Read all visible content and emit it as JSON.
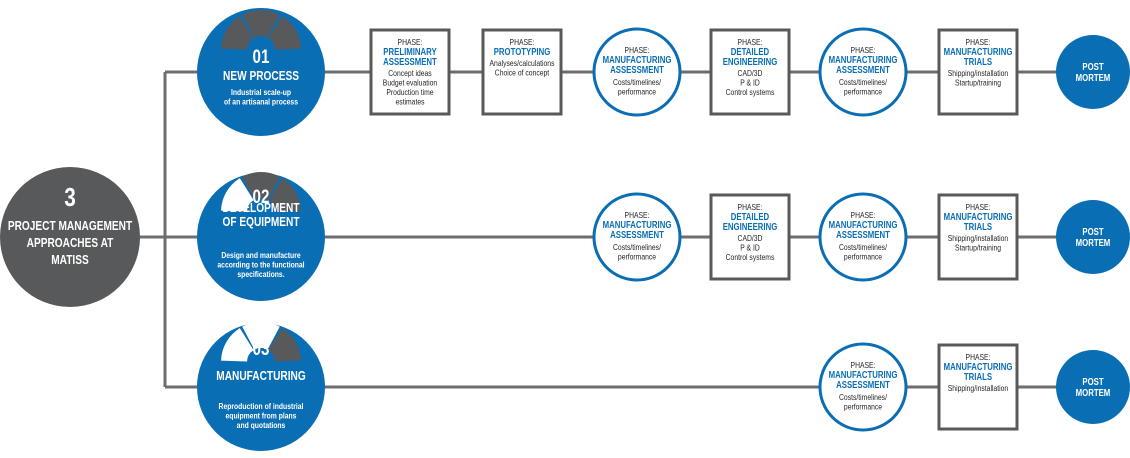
{
  "colors": {
    "blue": "#0a6eb4",
    "dark_gray": "#58595b",
    "line_gray": "#6d6e71",
    "box_border": "#58595b",
    "text_dark": "#231f20",
    "white": "#ffffff"
  },
  "root": {
    "number": "3",
    "lines": [
      "PROJECT MANAGEMENT",
      "APPROACHES AT",
      "MATISS"
    ]
  },
  "approaches": [
    {
      "number": "01",
      "title_lines": [
        "NEW PROCESS"
      ],
      "desc_lines": [
        "Industrial scale-up",
        "of an artisanal process"
      ],
      "gauge": "three-segments-filled",
      "phases": [
        {
          "kind": "box",
          "label": "PHASE:",
          "title_lines": [
            "PRELIMINARY",
            "ASSESSMENT"
          ],
          "detail_lines": [
            "Concept ideas",
            "Budget evaluation",
            "Production time",
            "estimates"
          ]
        },
        {
          "kind": "box",
          "label": "PHASE:",
          "title_lines": [
            "PROTOTYPING"
          ],
          "detail_lines": [
            "Analyses/calculations",
            "Choice of concept"
          ]
        },
        {
          "kind": "circle",
          "label": "PHASE:",
          "title_lines": [
            "MANUFACTURING",
            "ASSESSMENT"
          ],
          "detail_lines": [
            "Costs/timelines/",
            "performance"
          ]
        },
        {
          "kind": "box",
          "label": "PHASE:",
          "title_lines": [
            "DETAILED",
            "ENGINEERING"
          ],
          "detail_lines": [
            "CAD/3D",
            "P & ID",
            "Control systems"
          ]
        },
        {
          "kind": "circle",
          "label": "PHASE:",
          "title_lines": [
            "MANUFACTURING",
            "ASSESSMENT"
          ],
          "detail_lines": [
            "Costs/timelines/",
            "performance"
          ]
        },
        {
          "kind": "box",
          "label": "PHASE:",
          "title_lines": [
            "MANUFACTURING",
            "TRIALS"
          ],
          "detail_lines": [
            "Shipping/installation",
            "Startup/training"
          ]
        },
        {
          "kind": "end",
          "title_lines": [
            "POST",
            "MORTEM"
          ]
        }
      ]
    },
    {
      "number": "02",
      "title_lines": [
        "DEVELOPMENT",
        "OF EQUIPMENT"
      ],
      "desc_lines": [
        "Design and manufacture",
        "according to the functional",
        "specifications."
      ],
      "gauge": "two-segments-filled",
      "phases": [
        {
          "kind": "circle",
          "label": "PHASE:",
          "title_lines": [
            "MANUFACTURING",
            "ASSESSMENT"
          ],
          "detail_lines": [
            "Costs/timelines/",
            "performance"
          ]
        },
        {
          "kind": "box",
          "label": "PHASE:",
          "title_lines": [
            "DETAILED",
            "ENGINEERING"
          ],
          "detail_lines": [
            "CAD/3D",
            "P & ID",
            "Control systems"
          ]
        },
        {
          "kind": "circle",
          "label": "PHASE:",
          "title_lines": [
            "MANUFACTURING",
            "ASSESSMENT"
          ],
          "detail_lines": [
            "Costs/timelines/",
            "performance"
          ]
        },
        {
          "kind": "box",
          "label": "PHASE:",
          "title_lines": [
            "MANUFACTURING",
            "TRIALS"
          ],
          "detail_lines": [
            "Shipping/installation",
            "Startup/training"
          ]
        },
        {
          "kind": "end",
          "title_lines": [
            "POST",
            "MORTEM"
          ]
        }
      ]
    },
    {
      "number": "03",
      "title_lines": [
        "MANUFACTURING"
      ],
      "desc_lines": [
        "Reproduction of industrial",
        "equipment from plans",
        "and quotations"
      ],
      "gauge": "one-segment-filled",
      "phases": [
        {
          "kind": "circle",
          "label": "PHASE:",
          "title_lines": [
            "MANUFACTURING",
            "ASSESSMENT"
          ],
          "detail_lines": [
            "Costs/timelines/",
            "performance"
          ]
        },
        {
          "kind": "box",
          "label": "PHASE:",
          "title_lines": [
            "MANUFACTURING",
            "TRIALS"
          ],
          "detail_lines": [
            "Shipping/installation"
          ]
        },
        {
          "kind": "end",
          "title_lines": [
            "POST",
            "MORTEM"
          ]
        }
      ]
    }
  ]
}
